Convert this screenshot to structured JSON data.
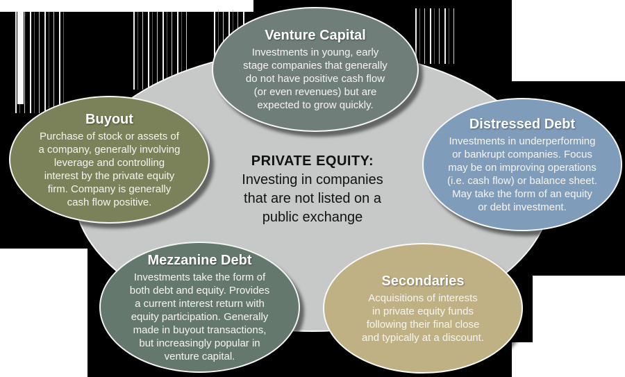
{
  "diagram": {
    "background_color": "#000000",
    "body_text_color": "#f6f5f1",
    "center_ellipse": {
      "color": "#c7c9c9",
      "title": "PRIVATE EQUITY:",
      "subtitle": "Investing in companies\nthat are not listed on a\npublic exchange",
      "text_color": "#111111"
    },
    "nodes": [
      {
        "id": "venture-capital",
        "title": "Venture Capital",
        "body": "Investments in young, early\nstage companies that generally\ndo not have positive cash flow\n(or even revenues) but are\nexpected to grow quickly.",
        "color": "#6f7e79"
      },
      {
        "id": "buyout",
        "title": "Buyout",
        "body": "Purchase of stock or assets of\na company, generally involving\nleverage and controlling\ninterest by the private equity\nfirm. Company is generally\ncash flow positive.",
        "color": "#7b8158"
      },
      {
        "id": "distressed-debt",
        "title": "Distressed Debt",
        "body": "Investments in underperforming\nor bankrupt companies. Focus\nmay be on improving operations\n(i.e. cash flow) or balance sheet.\nMay take the form of an equity\nor debt investment.",
        "color": "#7f9cba"
      },
      {
        "id": "mezzanine-debt",
        "title": "Mezzanine Debt",
        "body": "Investments take the form of\nboth debt and equity. Provides\na current interest return with\nequity participation. Generally\nmade in buyout transactions,\nbut increasingly popular in\nventure capital.",
        "color": "#65786d"
      },
      {
        "id": "secondaries",
        "title": "Secondaries",
        "body": "Acquisitions of interests\nin private equity funds\nfollowing their final close\nand typically at a discount.",
        "color": "#c0b184"
      }
    ]
  }
}
